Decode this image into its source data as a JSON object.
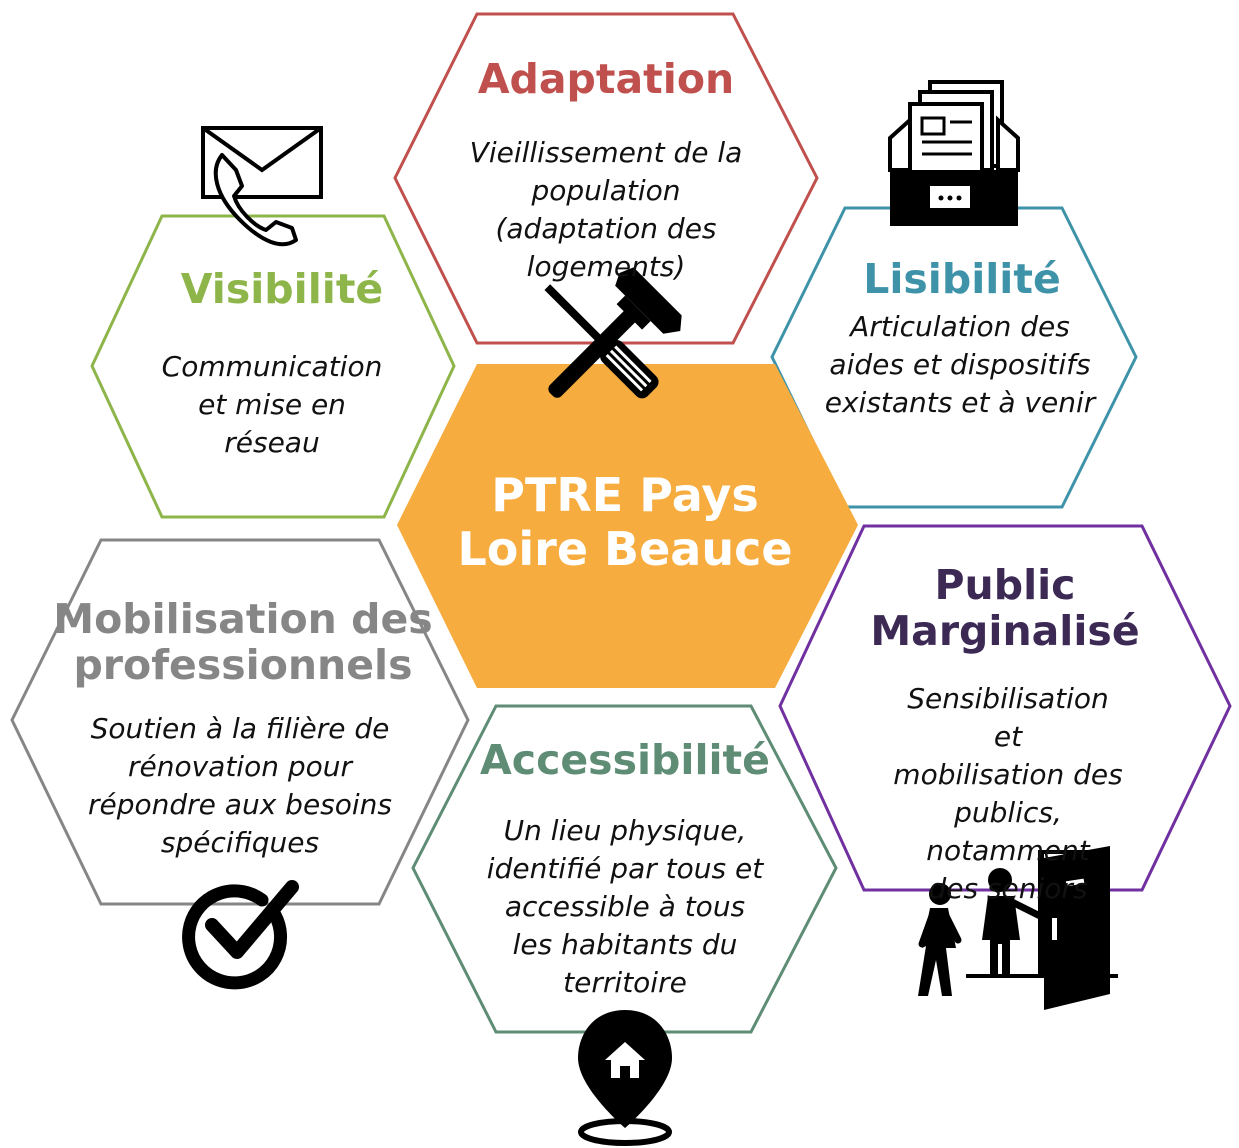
{
  "center": {
    "title": "PTRE Pays\nLoire Beauce",
    "color": "#F7AC3F"
  },
  "hexagons": {
    "adaptation": {
      "title": "Adaptation",
      "description": "Vieillissement de la\npopulation\n(adaptation des\nlogements)",
      "color": "#C0504D",
      "icon": "tools-icon"
    },
    "visibilite": {
      "title": "Visibilité",
      "description": "Communication\net mise en\nréseau",
      "color": "#8DB54A",
      "icon": "mail-phone-icon"
    },
    "lisibilite": {
      "title": "Lisibilité",
      "description": "Articulation des\naides et dispositifs\nexistants et à venir",
      "color": "#3E93A8",
      "icon": "file-drawer-icon"
    },
    "mobilisation": {
      "title": "Mobilisation des\nprofessionnels",
      "description": "Soutien à la filière de\nrénovation pour\nrépondre aux besoins\nspécifiques",
      "color": "#868686",
      "icon": "check-circle-icon"
    },
    "accessibilite": {
      "title": "Accessibilité",
      "description": "Un lieu physique,\nidentifié par tous et\naccessible à tous\nles habitants du\nterritoire",
      "color": "#5E8C75",
      "icon": "home-pin-icon"
    },
    "public": {
      "title": "Public\nMarginalisé",
      "description": "Sensibilisation et\nmobilisation des\npublics, notamment\ndes seniors",
      "color": "#3C2A55",
      "border_color": "#7030A0",
      "icon": "people-door-icon"
    }
  }
}
